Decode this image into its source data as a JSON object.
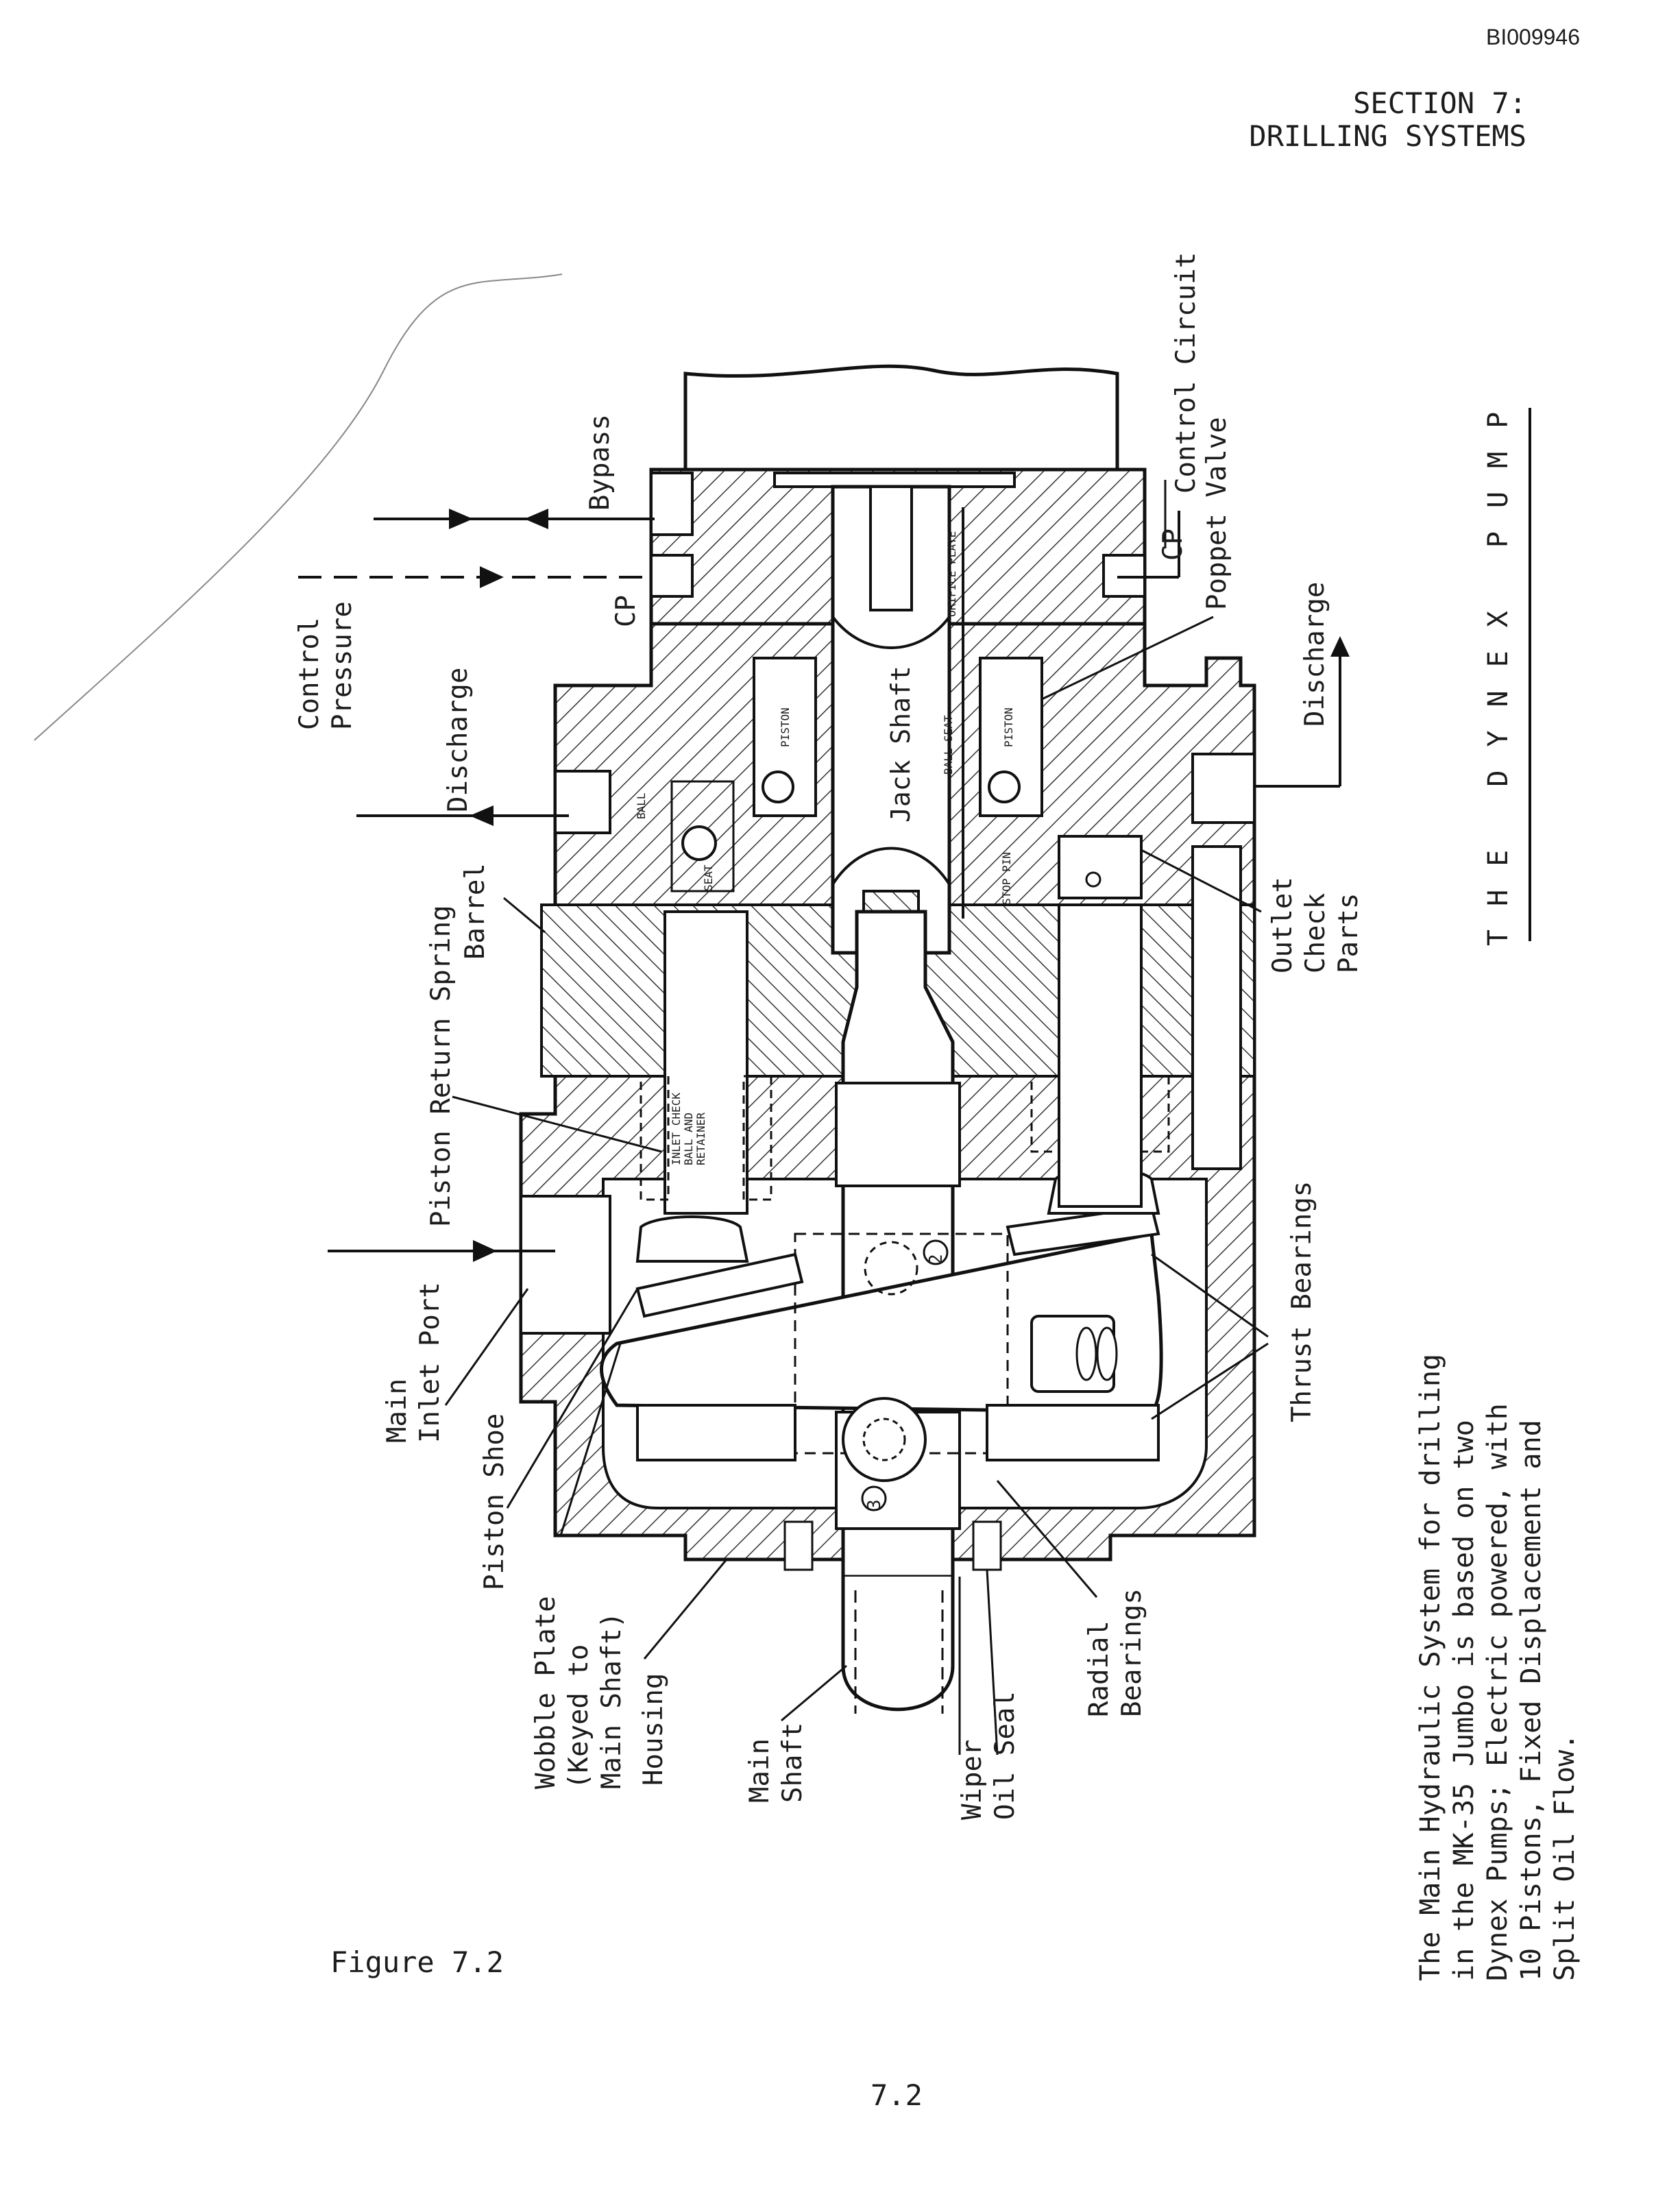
{
  "header": {
    "doc_id": "BI009946",
    "section_line1": "SECTION 7:",
    "section_line2": "DRILLING SYSTEMS"
  },
  "title": "THE DYNEX PUMP",
  "figure_label": "Figure 7.2",
  "page_number": "7.2",
  "caption": {
    "line1": "The Main Hydraulic System for drilling",
    "line2": "in the MK-35 Jumbo is based on two",
    "line3": "Dynex Pumps; Electric powered, with",
    "line4": "10 Pistons, Fixed Displacement and",
    "line5": "Split Oil Flow."
  },
  "labels": {
    "bypass": "Bypass",
    "cp_left": "CP",
    "cp_right": "CP",
    "control_pressure_1": "Control",
    "control_pressure_2": "Pressure",
    "discharge_left": "Discharge",
    "discharge_right": "Discharge",
    "barrel": "Barrel",
    "piston_return_spring": "Piston Return Spring",
    "main_inlet_port_1": "Main",
    "main_inlet_port_2": "Inlet Port",
    "piston_shoe": "Piston Shoe",
    "wobble_plate_1": "Wobble Plate",
    "wobble_plate_2": "(Keyed to",
    "wobble_plate_3": "Main Shaft)",
    "housing": "Housing",
    "main_shaft_1": "Main",
    "main_shaft_2": "Shaft",
    "wiper_1": "Wiper",
    "wiper_2": "Oil Seal",
    "radial_1": "Radial",
    "radial_2": "Bearings",
    "thrust_bearings": "Thrust Bearings",
    "outlet_1": "Outlet",
    "outlet_2": "Check",
    "outlet_3": "Parts",
    "control_circuit": "Control Circuit",
    "poppet_valve": "Poppet Valve",
    "jack_shaft": "Jack Shaft",
    "inner_piston_left": "PISTON",
    "inner_piston_right": "PISTON",
    "inner_ball": "BALL",
    "inner_seat": "SEAT",
    "inner_orifice_plate": "ORIFICE PLATE",
    "inner_ball_seat": "BALL SEAT",
    "inner_stop_pin": "STOP PIN",
    "inner_inlet_check_1": "INLET CHECK",
    "inner_inlet_check_2": "BALL AND",
    "inner_inlet_check_3": "RETAINER",
    "num_2": "2",
    "num_3": "3"
  }
}
